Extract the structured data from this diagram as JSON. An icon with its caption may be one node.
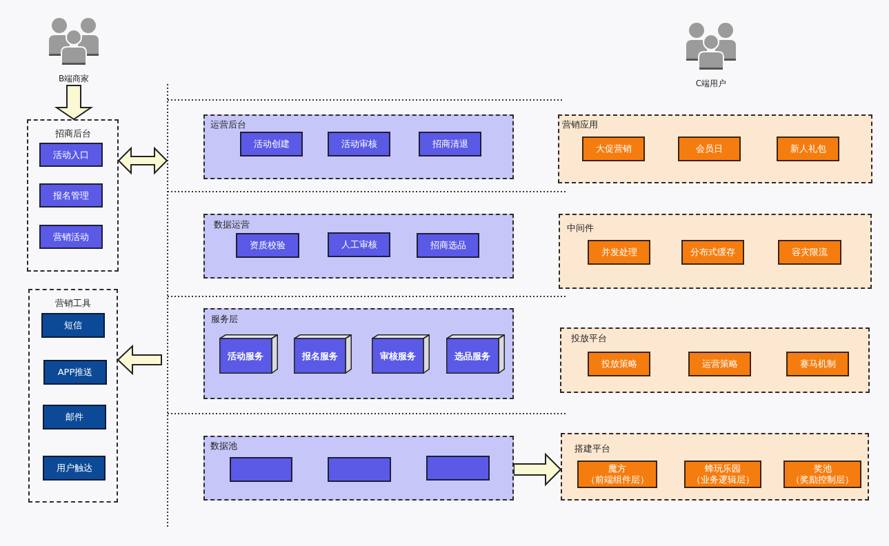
{
  "diagram": {
    "nodes": [
      {
        "text": [
          "B端商家"
        ]
      },
      {
        "text": [
          "招商后台"
        ]
      },
      {
        "text": [
          "活动入口"
        ],
        "in": 1
      },
      {
        "text": [
          "报名管理"
        ],
        "in": 1
      },
      {
        "text": [
          "营销活动"
        ],
        "in": 1
      },
      {
        "text": [
          "营销工具"
        ]
      },
      {
        "text": [
          "短信"
        ],
        "in": 5
      },
      {
        "text": [
          "APP推送"
        ],
        "in": 5
      },
      {
        "text": [
          "邮件"
        ],
        "in": 5
      },
      {
        "text": [
          "用户触达"
        ],
        "in": 5
      },
      {
        "text": [
          "运营后台"
        ]
      },
      {
        "text": [
          "活动创建"
        ],
        "in": 10
      },
      {
        "text": [
          "活动审核"
        ],
        "in": 10
      },
      {
        "text": [
          "招商清退"
        ],
        "in": 10
      },
      {
        "text": [
          "数据运营"
        ]
      },
      {
        "text": [
          "资质校验"
        ],
        "in": 14
      },
      {
        "text": [
          "人工审核"
        ],
        "in": 14
      },
      {
        "text": [
          "招商选品"
        ],
        "in": 14
      },
      {
        "text": [
          "服务层"
        ]
      },
      {
        "text": [
          "活动服务"
        ],
        "in": 18
      },
      {
        "text": [
          "报名服务"
        ],
        "in": 18
      },
      {
        "text": [
          "审核服务"
        ],
        "in": 18
      },
      {
        "text": [
          "选品服务"
        ],
        "in": 18
      },
      {
        "text": [
          "数据池"
        ]
      },
      {
        "text": [],
        "shape": "box",
        "in": 23
      },
      {
        "text": [],
        "shape": "box",
        "in": 23
      },
      {
        "text": [],
        "shape": "box",
        "in": 23
      },
      {
        "text": [
          "C端用户"
        ]
      },
      {
        "text": [
          "营销应用"
        ]
      },
      {
        "text": [
          "大促营销"
        ],
        "in": 28
      },
      {
        "text": [
          "会员日"
        ],
        "in": 28
      },
      {
        "text": [
          "新人礼包"
        ],
        "in": 28
      },
      {
        "text": [
          "中间件"
        ]
      },
      {
        "text": [
          "并发处理"
        ],
        "in": 32
      },
      {
        "text": [
          "分布式缓存"
        ],
        "in": 32
      },
      {
        "text": [
          "容灾限流"
        ],
        "in": 32
      },
      {
        "text": [
          "投放平台"
        ]
      },
      {
        "text": [
          "投放策略"
        ],
        "in": 36
      },
      {
        "text": [
          "运营策略"
        ],
        "in": 36
      },
      {
        "text": [
          "赛马机制"
        ],
        "in": 36
      },
      {
        "text": [
          "搭建平台"
        ]
      },
      {
        "text": [
          "魔方",
          "（前端组件层）"
        ],
        "in": 40
      },
      {
        "text": [
          "蜂玩乐园",
          "（业务逻辑层）"
        ],
        "in": 40
      },
      {
        "text": [
          "奖池",
          "（奖励控制层）"
        ],
        "in": 40
      }
    ],
    "edges": [
      {
        "from": 0,
        "to": 1,
        "arrow": "to"
      },
      {
        "from": 1,
        "to": null,
        "arrow": "both"
      },
      {
        "from": null,
        "to": 5,
        "arrow": "to"
      },
      {
        "from": 23,
        "to": 40,
        "arrow": "to"
      }
    ]
  }
}
